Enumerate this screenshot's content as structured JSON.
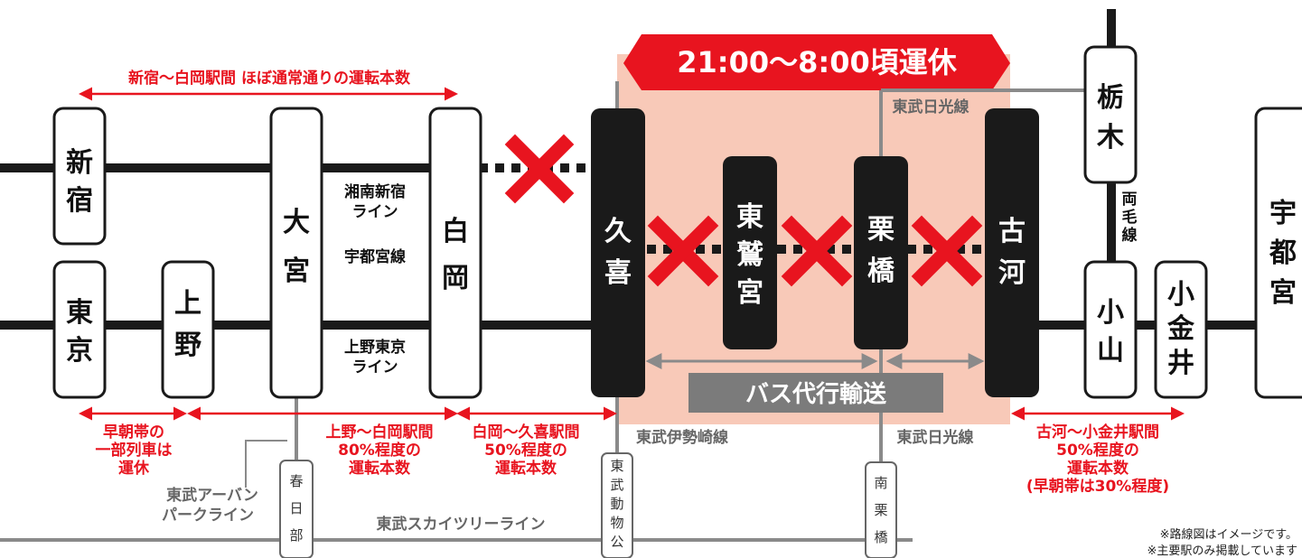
{
  "banner": {
    "text": "21:00〜8:00頃運休",
    "color": "#e8141f"
  },
  "bus_label": "バス代行輸送",
  "stations": {
    "shinjuku": "新宿",
    "tokyo": "東京",
    "ueno": "上野",
    "omiya": "大宮",
    "shiraoka": "白岡",
    "kuki": "久喜",
    "higashiwashinomiya": "東鷲宮",
    "kurihashi": "栗橋",
    "koga": "古河",
    "tochigi": "栃木",
    "oyama": "小山",
    "koganei": "小金井",
    "utsunomiya": "宇都宮",
    "kasukabe": "春日部",
    "tobu_dobutsu_koen": "東武動物公園",
    "minami_kurihashi": "南栗橋"
  },
  "lines": {
    "shonan_shinjuku": [
      "湘南新宿",
      "ライン"
    ],
    "utsunomiya_line": "宇都宮線",
    "ueno_tokyo": [
      "上野東京",
      "ライン"
    ],
    "tobu_nikko_top": "東武日光線",
    "tobu_nikko_bottom": "東武日光線",
    "tobu_isesaki": "東武伊勢崎線",
    "tobu_urban_park": [
      "東武アーバン",
      "パークライン"
    ],
    "tobu_skytree": "東武スカイツリーライン",
    "ryomo": [
      "両",
      "毛",
      "線"
    ]
  },
  "notes": {
    "top_range": "新宿〜白岡駅間 ほぼ通常通りの運転本数",
    "early_morning": [
      "早朝帯の",
      "一部列車は",
      "運休"
    ],
    "ueno_shiraoka": [
      "上野〜白岡駅間",
      "80%程度の",
      "運転本数"
    ],
    "shiraoka_kuki": [
      "白岡〜久喜駅間",
      "50%程度の",
      "運転本数"
    ],
    "koga_koganei": [
      "古河〜小金井駅間",
      "50%程度の",
      "運転本数",
      "(早朝帯は30%程度)"
    ]
  },
  "footnotes": [
    "※路線図はイメージです。",
    "※主要駅のみ掲載しています"
  ],
  "colors": {
    "suspended_zone": "#f8c9b8",
    "red": "#e8141f",
    "bus_gray": "#7b7b7b",
    "line_black": "#1a1a1a",
    "tobu_gray": "#8a8a8a"
  }
}
